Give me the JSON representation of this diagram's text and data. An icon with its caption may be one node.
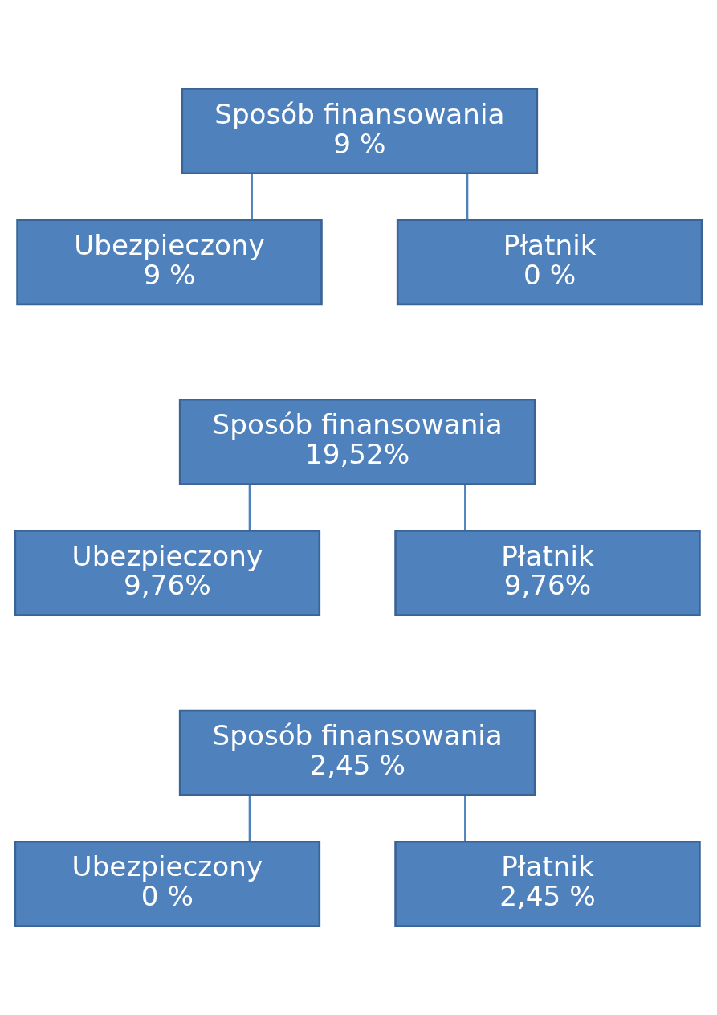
{
  "diagram": {
    "nodes": [
      {
        "text": [
          "Sposób finansowania",
          "9 %"
        ]
      },
      {
        "text": [
          "Ubezpieczony",
          "9 %"
        ]
      },
      {
        "text": [
          "Płatnik",
          "0 %"
        ]
      },
      {
        "text": [
          "Sposób finansowania",
          "19,52%"
        ]
      },
      {
        "text": [
          "Ubezpieczony",
          "9,76%"
        ]
      },
      {
        "text": [
          "Płatnik",
          "9,76%"
        ]
      },
      {
        "text": [
          "Sposób finansowania",
          "2,45 %"
        ]
      },
      {
        "text": [
          "Ubezpieczony",
          "0 %"
        ]
      },
      {
        "text": [
          "Płatnik",
          "2,45 %"
        ]
      }
    ],
    "edges": [
      {
        "from": 0,
        "to": 1,
        "arrow": "none"
      },
      {
        "from": 0,
        "to": 2,
        "arrow": "none"
      },
      {
        "from": 3,
        "to": 4,
        "arrow": "none"
      },
      {
        "from": 3,
        "to": 5,
        "arrow": "none"
      },
      {
        "from": 6,
        "to": 7,
        "arrow": "none"
      },
      {
        "from": 6,
        "to": 8,
        "arrow": "none"
      }
    ]
  }
}
